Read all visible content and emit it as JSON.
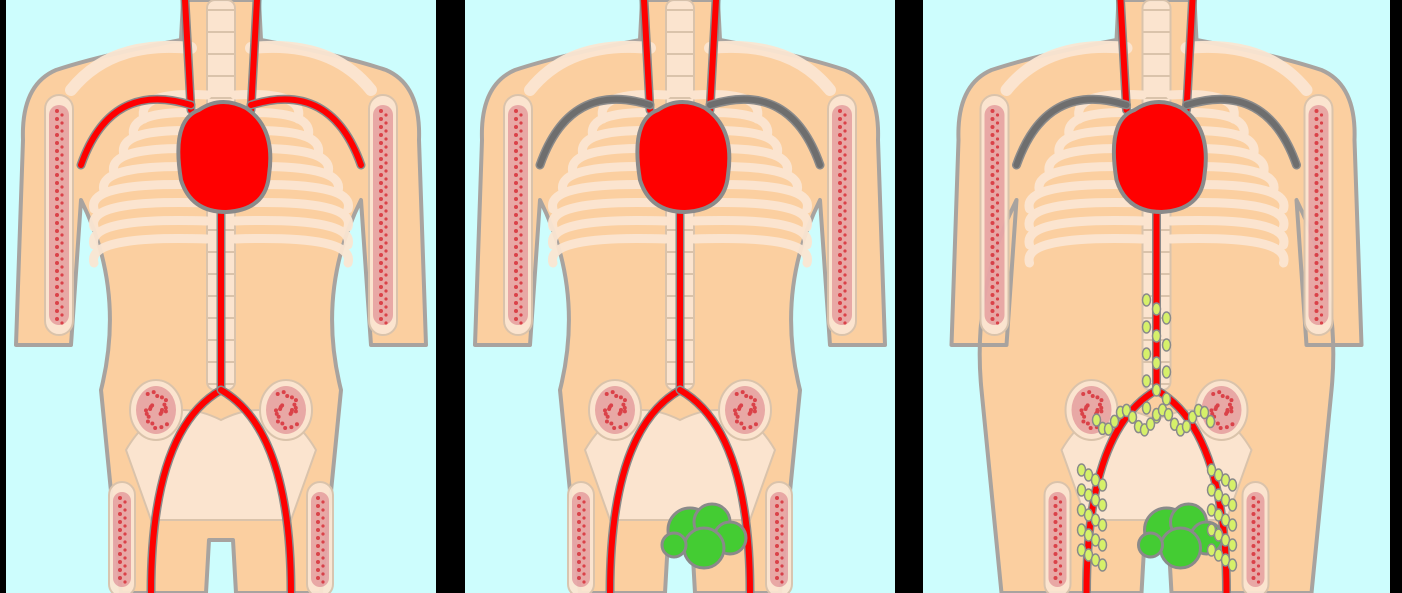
{
  "colors": {
    "background": "#cdfdfd",
    "frame": "#000000",
    "skin": "#fbcfa0",
    "skin_outline": "#a8a39f",
    "bone": "#fbe6d2",
    "bone_outline": "#d9c3ac",
    "marrow": "#e8a6a6",
    "marrow_dots": "#d93b45",
    "artery": "#ff0000",
    "artery_outline": "#8a8a8a",
    "heart": "#ff0000",
    "blocked_artery": "#6e6e6e",
    "tumor": "#44cc33",
    "metastasis": "#d6f06a"
  },
  "panels": [
    {
      "id": "healthy",
      "tumor": false,
      "metastasis": false,
      "narrowed_arteries": false,
      "body_shape": "slim"
    },
    {
      "id": "primary-tumor",
      "tumor": true,
      "metastasis": false,
      "narrowed_arteries": true,
      "body_shape": "slim"
    },
    {
      "id": "metastatic-spread",
      "tumor": true,
      "metastasis": true,
      "narrowed_arteries": true,
      "body_shape": "wide"
    }
  ]
}
